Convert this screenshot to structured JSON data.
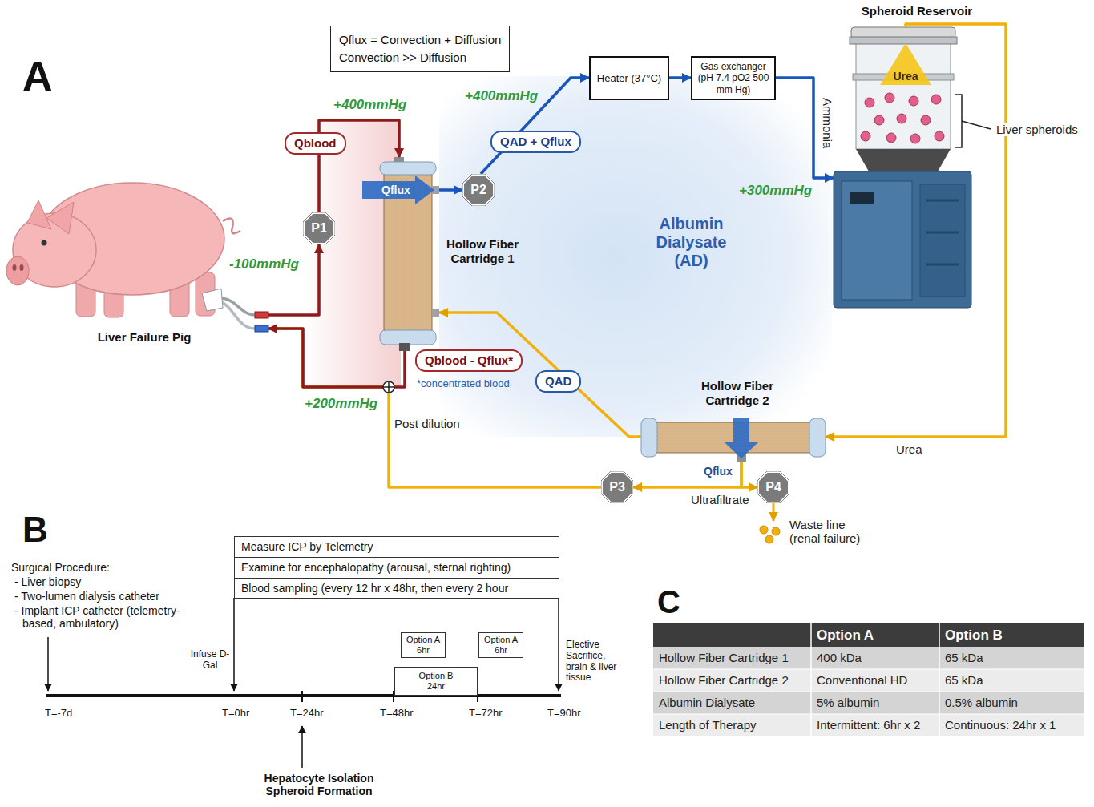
{
  "diagram": {
    "nodes": [
      {
        "text": [
          "Qflux = Convection + Diffusion",
          "Convection >> Diffusion"
        ]
      },
      {
        "text": [
          "Liver Failure Pig"
        ]
      },
      {
        "text": [
          "P1"
        ]
      },
      {
        "text": [
          "Hollow Fiber Cartridge 1"
        ]
      },
      {
        "text": [
          "P2"
        ]
      },
      {
        "text": [
          "Heater (37°C)"
        ]
      },
      {
        "text": [
          "Gas exchanger (pH 7.4 pO2 500 mm Hg)"
        ]
      },
      {
        "text": [
          "Spheroid Reservoir"
        ]
      },
      {
        "text": [
          "Hollow Fiber Cartridge 2"
        ]
      },
      {
        "text": [
          "P3"
        ]
      },
      {
        "text": [
          "P4"
        ]
      },
      {
        "text": [
          "Measure ICP by Telemetry"
        ]
      },
      {
        "text": [
          "Examine for encephalopathy (arousal, sternal righting)"
        ]
      },
      {
        "text": [
          "Blood sampling (every 12 hr x 48hr, then every 2 hour"
        ]
      },
      {
        "text": [
          "Option A 6hr"
        ]
      },
      {
        "text": [
          "Option A 6hr"
        ]
      },
      {
        "text": [
          "Option B 24hr"
        ]
      }
    ],
    "edges": [
      {
        "from": 1,
        "to": 2,
        "arrow": "to"
      },
      {
        "from": 2,
        "to": 3,
        "arrow": "to",
        "label": "Qblood"
      },
      {
        "from": 3,
        "to": 4,
        "arrow": "to"
      },
      {
        "from": 4,
        "to": 5,
        "arrow": "to",
        "label": "QAD + Qflux"
      },
      {
        "from": 5,
        "to": 6,
        "arrow": "to"
      },
      {
        "from": 6,
        "to": 7,
        "arrow": "to"
      },
      {
        "from": 7,
        "to": 8,
        "arrow": "to"
      },
      {
        "from": 8,
        "to": 3,
        "arrow": "to",
        "label": "QAD"
      },
      {
        "from": 8,
        "to": 10,
        "arrow": "to"
      },
      {
        "from": 8,
        "to": 9,
        "arrow": "to"
      },
      {
        "from": 9,
        "to": 1,
        "arrow": "to"
      },
      {
        "from": 3,
        "to": 1,
        "arrow": "to",
        "label": "Qblood - Qflux*"
      }
    ],
    "labels": [
      "A",
      "+400mmHg",
      "-100mmHg",
      "+200mmHg",
      "+400mmHg",
      "+300mmHg",
      "Qflux",
      "Qflux",
      "Urea",
      "Urea",
      "Liver spheroids",
      "Ammonia",
      "Albumin Dialysate (AD)",
      "*concentrated blood",
      "Post dilution",
      "Ultrafiltrate",
      "Waste line (renal failure)",
      "B",
      "Surgical Procedure:",
      "- Liver biopsy",
      "- Two-lumen dialysis catheter",
      "- Implant ICP catheter (telemetry-based, ambulatory)",
      "T=-7d",
      "T=0hr",
      "T=24hr",
      "T=48hr",
      "T=72hr",
      "T=90hr",
      "Infuse D-Gal",
      "Elective Sacrifice, brain & liver tissue",
      "Hepatocyte Isolation Spheroid Formation",
      "C",
      "Option A",
      "Option B",
      "Hollow Fiber Cartridge 1",
      "400 kDa",
      "65 kDa",
      "Hollow Fiber Cartridge 2",
      "Conventional HD",
      "65 kDa",
      "Albumin Dialysate",
      "5% albumin",
      "0.5% albumin",
      "Length of Therapy",
      "Intermittent: 6hr x 2",
      "Continuous: 24hr x 1"
    ]
  }
}
